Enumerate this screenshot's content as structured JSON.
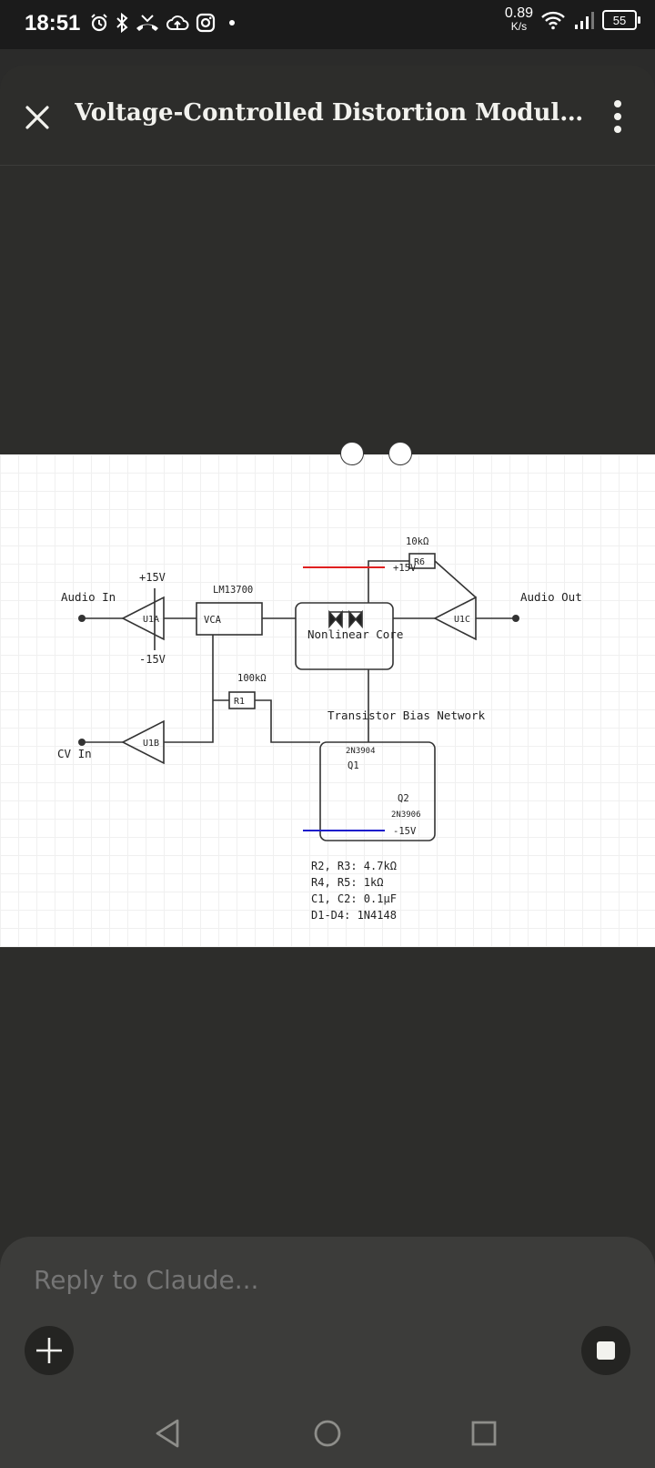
{
  "status_bar": {
    "time": "18:51",
    "net_speed_value": "0.89",
    "net_speed_unit": "K/s",
    "battery_level": "55",
    "icons": [
      "alarm-icon",
      "bluetooth-icon",
      "missed-call-icon",
      "cloud-upload-icon",
      "instagram-icon",
      "dot-icon",
      "wifi-icon",
      "signal-icon",
      "battery-icon"
    ]
  },
  "header": {
    "title": "Voltage-Controlled Distortion Module Sche...",
    "close_icon": "close-icon",
    "menu_icon": "more-vertical-icon"
  },
  "diagram": {
    "labels": {
      "audio_in": "Audio In",
      "cv_in": "CV In",
      "audio_out": "Audio Out",
      "plus15_left": "+15V",
      "minus15_left": "-15V",
      "u1a": "U1A",
      "u1b": "U1B",
      "u1c": "U1C",
      "lm13700": "LM13700",
      "vca": "VCA",
      "nonlinear_core": "Nonlinear Core",
      "r6_value": "10kΩ",
      "r6": "R6",
      "plus15_right": "+15V",
      "r1_value": "100kΩ",
      "r1": "R1",
      "bias_network": "Transistor Bias Network",
      "q1_part": "2N3904",
      "q1": "Q1",
      "q2": "Q2",
      "q2_part": "2N3906",
      "minus15_right": "-15V",
      "note1": "R2, R3: 4.7kΩ",
      "note2": "R4, R5: 1kΩ",
      "note3": "C1, C2: 0.1μF",
      "note4": "D1-D4: 1N4148"
    },
    "colors": {
      "positive_rail": "#e02020",
      "negative_rail": "#1a1acc",
      "wire": "#333333"
    }
  },
  "composer": {
    "placeholder": "Reply to Claude...",
    "add_icon": "plus-icon",
    "stop_icon": "stop-icon"
  },
  "nav_bar": {
    "icons": [
      "back-icon",
      "home-icon",
      "recents-icon"
    ]
  }
}
